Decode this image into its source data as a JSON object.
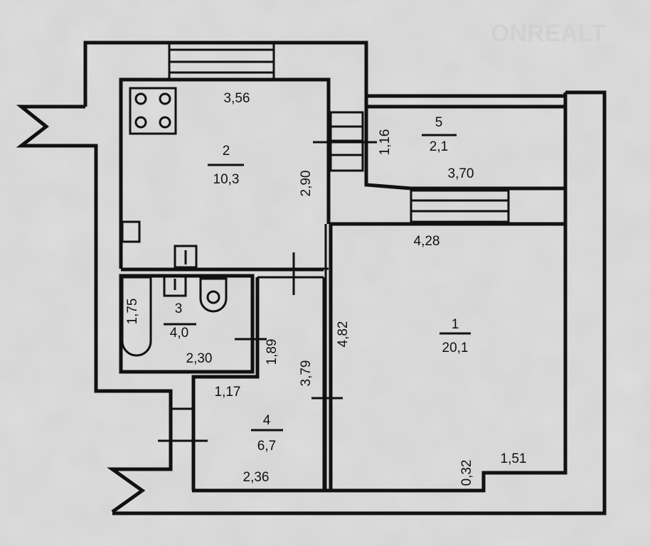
{
  "watermark": "ONREALT",
  "rooms": [
    {
      "number": "1",
      "area": "20,1"
    },
    {
      "number": "2",
      "area": "10,3"
    },
    {
      "number": "3",
      "area": "4,0"
    },
    {
      "number": "4",
      "area": "6,7"
    },
    {
      "number": "5",
      "area": "2,1"
    }
  ],
  "dimensions": {
    "kitchen_width": "3,56",
    "kitchen_depth": "2,90",
    "balcony_depth": "1,16",
    "balcony_width": "3,70",
    "room1_width": "4,28",
    "room1_depth": "4,82",
    "bath_depth": "1,75",
    "bath_width": "2,30",
    "hall_side": "1,89",
    "hall_depth": "3,79",
    "hall_top": "1,17",
    "hall_bottom": "2,36",
    "notch_depth": "0,32",
    "notch_width": "1,51"
  }
}
